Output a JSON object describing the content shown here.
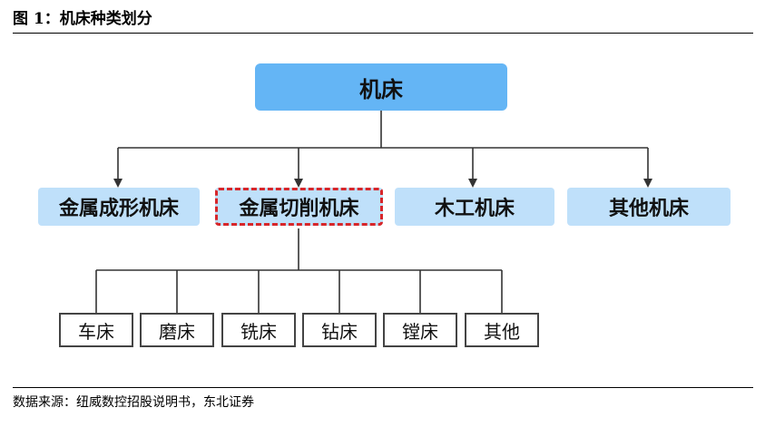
{
  "figure": {
    "title": "图 1：机床种类划分",
    "source": "数据来源：纽威数控招股说明书，东北证券"
  },
  "diagram": {
    "root": "机床",
    "categories": [
      "金属成形机床",
      "金属切削机床",
      "木工机床",
      "其他机床"
    ],
    "highlighted": "金属切削机床",
    "cutting_types": [
      "车床",
      "磨床",
      "铣床",
      "钻床",
      "镗床",
      "其他"
    ],
    "colors": {
      "root_fill": "#64b5f5",
      "category_fill": "#bfe0fa",
      "highlight_border": "#d7262a"
    }
  }
}
